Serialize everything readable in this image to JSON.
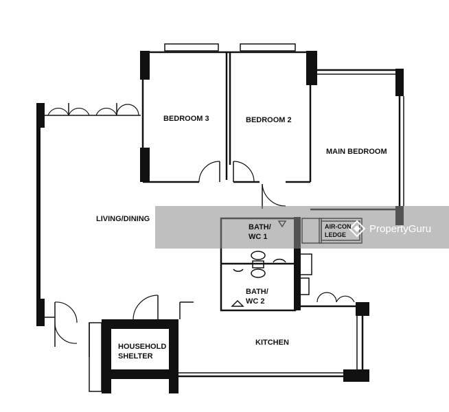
{
  "rooms": {
    "bedroom3": "BEDROOM 3",
    "bedroom2": "BEDROOM 2",
    "main_bedroom": "MAIN BEDROOM",
    "living_dining": "LIVING/DINING",
    "bath1_line1": "BATH/",
    "bath1_line2": "WC 1",
    "bath2_line1": "BATH/",
    "bath2_line2": "WC 2",
    "aircon_line1": "AIR-CON",
    "aircon_line2": "LEDGE",
    "kitchen": "KITCHEN",
    "shelter_line1": "HOUSEHOLD",
    "shelter_line2": "SHELTER"
  },
  "watermark": {
    "text": "PropertyGuru",
    "icon": "propertyguru-logo-icon"
  },
  "colors": {
    "ink": "#111111",
    "watermark_band": "#8a8a8a"
  }
}
